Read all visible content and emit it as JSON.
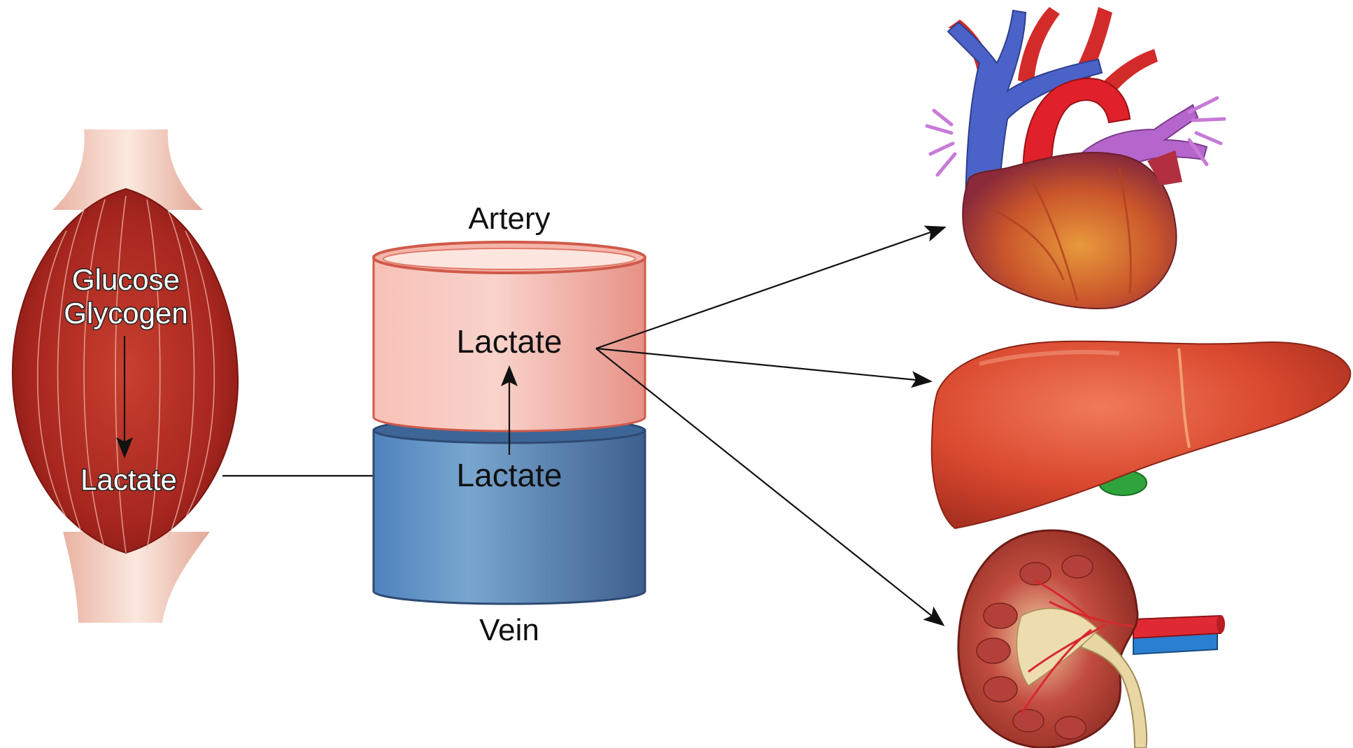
{
  "muscle": {
    "label_glucose": "Glucose",
    "label_glycogen": "Glycogen",
    "label_lactate": "Lactate"
  },
  "vessel": {
    "artery_label": "Artery",
    "vein_label": "Vein",
    "artery_lactate": "Lactate",
    "vein_lactate": "Lactate"
  },
  "colors": {
    "artery": "#f2a79c",
    "vein": "#5a86b5",
    "muscle": "#b8322a",
    "arrow": "#111111"
  }
}
